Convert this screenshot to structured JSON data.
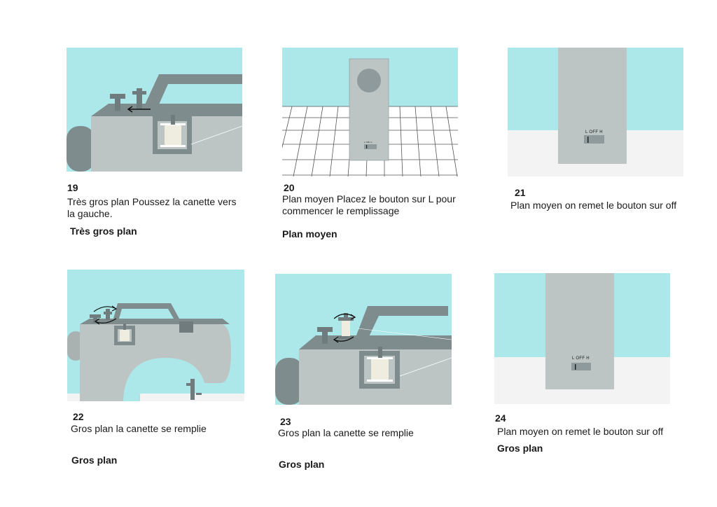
{
  "panels": [
    {
      "number": "19",
      "description": "Très gros plan Poussez la canette vers\n la gauche.",
      "shot_type": "Très gros plan"
    },
    {
      "number": "20",
      "description": "Plan moyen Placez le bouton sur L pour\n commencer le remplissage",
      "shot_type": "Plan moyen",
      "switch_label": "L OFF H"
    },
    {
      "number": "21",
      "description": "Plan moyen on remet le bouton sur off",
      "shot_type": "",
      "switch_label": "L OFF H"
    },
    {
      "number": "22",
      "description": "Gros plan la canette se remplie",
      "shot_type": "Gros plan"
    },
    {
      "number": "23",
      "description": "Gros plan la canette se remplie",
      "shot_type": "Gros plan"
    },
    {
      "number": "24",
      "description": "Plan moyen on remet le bouton sur off",
      "shot_type": "Gros plan",
      "switch_label": "L OFF H"
    }
  ],
  "colors": {
    "sky": "#ace8ea",
    "machine": "#bcc5c4",
    "machine_dark": "#7f8c8d",
    "spool": "#efede0",
    "floor": "#f3f3f3"
  }
}
